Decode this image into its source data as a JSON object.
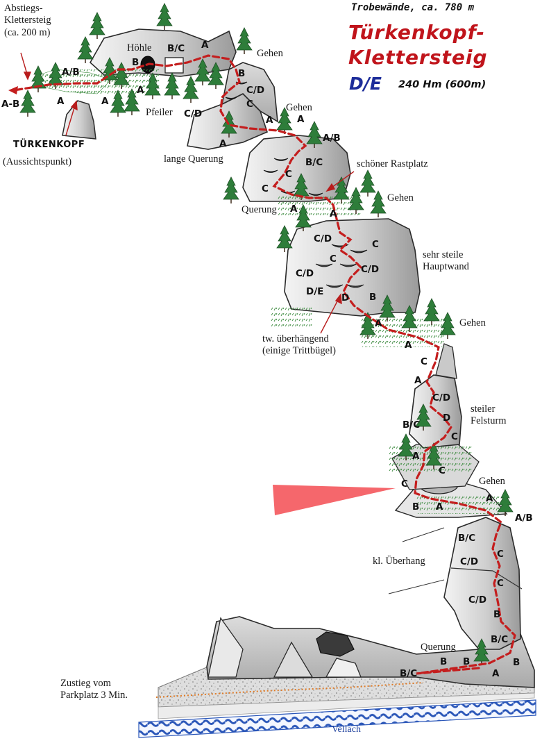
{
  "header": {
    "location": "Trobewände, ca. 780 m",
    "title_line1": "Türkenkopf-",
    "title_line2": "Klettersteig",
    "difficulty": "D/E",
    "height_info": "240 Hm (600m)"
  },
  "colors": {
    "route": "#c41e1e",
    "title": "#c0141b",
    "difficulty": "#1d2d9a",
    "river": "#1d3f9c",
    "tree": "#2e7d3a",
    "marker": "#f5676c"
  },
  "labels": {
    "descent_line1": "Abstiegs-",
    "descent_line2": "Klettersteig",
    "descent_line3": "(ca. 200 m)",
    "descent_grade": "A-B",
    "peak_name": "TÜRKENKOPF",
    "peak_note": "(Aussichtspunkt)",
    "cave": "Höhle",
    "walk1": "Gehen",
    "pillar": "Pfeiler",
    "walk2": "Gehen",
    "long_traverse": "lange Querung",
    "rest_spot": "schöner Rastplatz",
    "walk3": "Gehen",
    "traverse1": "Querung",
    "steep_wall_line1": "sehr steile",
    "steep_wall_line2": "Hauptwand",
    "overhang_line1": "tw. überhängend",
    "overhang_line2": "(einige Trittbügel)",
    "walk4": "Gehen",
    "tower_line1": "steiler",
    "tower_line2": "Felsturm",
    "walk5": "Gehen",
    "small_overhang": "kl. Überhang",
    "traverse2": "Querung",
    "approach_line1": "Zustieg vom",
    "approach_line2": "Parkplatz 3 Min.",
    "river": "Vellach"
  },
  "grades": [
    {
      "id": "g-ab-1",
      "text": "A/B"
    },
    {
      "id": "g-a-1",
      "text": "A"
    },
    {
      "id": "g-a-2",
      "text": "A"
    },
    {
      "id": "g-a-3",
      "text": "A"
    },
    {
      "id": "g-b-cave",
      "text": "B"
    },
    {
      "id": "g-bc-box",
      "text": "B/C"
    },
    {
      "id": "g-a-top",
      "text": "A"
    },
    {
      "id": "g-b-2",
      "text": "B"
    },
    {
      "id": "g-cd-1",
      "text": "C/D"
    },
    {
      "id": "g-c-1",
      "text": "C"
    },
    {
      "id": "g-cd-pillar",
      "text": "C/D"
    },
    {
      "id": "g-a-4",
      "text": "A"
    },
    {
      "id": "g-a-5",
      "text": "A"
    },
    {
      "id": "g-a-6",
      "text": "A"
    },
    {
      "id": "g-ab-2",
      "text": "A/B"
    },
    {
      "id": "g-bc-2",
      "text": "B/C"
    },
    {
      "id": "g-c-2",
      "text": "C"
    },
    {
      "id": "g-c-3",
      "text": "C"
    },
    {
      "id": "g-a-7",
      "text": "A"
    },
    {
      "id": "g-a-8",
      "text": "A"
    },
    {
      "id": "g-cd-2",
      "text": "C/D"
    },
    {
      "id": "g-c-4",
      "text": "C"
    },
    {
      "id": "g-c-5",
      "text": "C"
    },
    {
      "id": "g-cd-3",
      "text": "C/D"
    },
    {
      "id": "g-cd-4",
      "text": "C/D"
    },
    {
      "id": "g-de",
      "text": "D/E"
    },
    {
      "id": "g-d-1",
      "text": "D"
    },
    {
      "id": "g-b-3",
      "text": "B"
    },
    {
      "id": "g-a-9",
      "text": "A"
    },
    {
      "id": "g-a-10",
      "text": "A"
    },
    {
      "id": "g-c-6",
      "text": "C"
    },
    {
      "id": "g-a-11",
      "text": "A"
    },
    {
      "id": "g-cd-5",
      "text": "C/D"
    },
    {
      "id": "g-d-2",
      "text": "D"
    },
    {
      "id": "g-bc-3",
      "text": "B/C"
    },
    {
      "id": "g-c-7",
      "text": "C"
    },
    {
      "id": "g-a-12",
      "text": "A"
    },
    {
      "id": "g-c-8",
      "text": "C"
    },
    {
      "id": "g-c-9",
      "text": "C"
    },
    {
      "id": "g-b-4",
      "text": "B"
    },
    {
      "id": "g-a-13",
      "text": "A"
    },
    {
      "id": "g-a-14",
      "text": "A"
    },
    {
      "id": "g-ab-3",
      "text": "A/B"
    },
    {
      "id": "g-bc-4",
      "text": "B/C"
    },
    {
      "id": "g-c-10",
      "text": "C"
    },
    {
      "id": "g-cd-6",
      "text": "C/D"
    },
    {
      "id": "g-c-11",
      "text": "C"
    },
    {
      "id": "g-cd-7",
      "text": "C/D"
    },
    {
      "id": "g-b-5",
      "text": "B"
    },
    {
      "id": "g-bc-5",
      "text": "B/C"
    },
    {
      "id": "g-b-6",
      "text": "B"
    },
    {
      "id": "g-b-7",
      "text": "B"
    },
    {
      "id": "g-bc-6",
      "text": "B/C"
    },
    {
      "id": "g-a-15",
      "text": "A"
    },
    {
      "id": "g-b-8",
      "text": "B"
    }
  ]
}
